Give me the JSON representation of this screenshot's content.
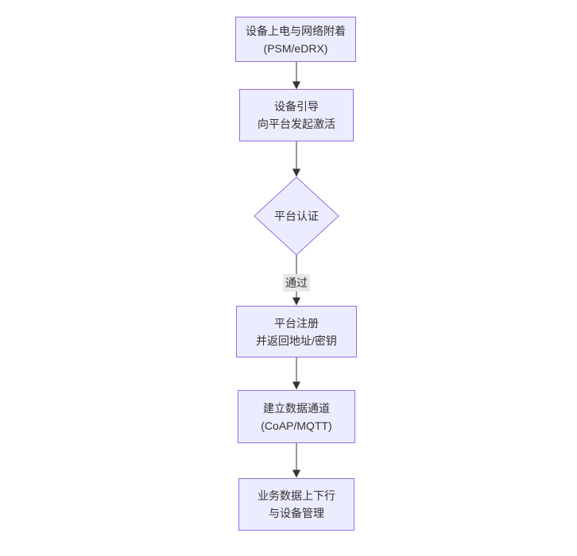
{
  "diagram": {
    "type": "flowchart",
    "direction": "top-down",
    "colors": {
      "background": "#ffffff",
      "node_fill": "#ECECFF",
      "node_border": "#9370DB",
      "text": "#333333",
      "edge_line": "#333333",
      "edge_label_bg": "#e8e8e8"
    },
    "nodes": [
      {
        "id": "power-attach",
        "shape": "rect",
        "lines": [
          "设备上电与网络附着",
          "(PSM/eDRX)"
        ]
      },
      {
        "id": "device-bootstrap",
        "shape": "rect",
        "lines": [
          "设备引导",
          "向平台发起激活"
        ]
      },
      {
        "id": "platform-auth",
        "shape": "diamond",
        "lines": [
          "平台认证"
        ]
      },
      {
        "id": "platform-register",
        "shape": "rect",
        "lines": [
          "平台注册",
          "并返回地址/密钥"
        ]
      },
      {
        "id": "data-channel",
        "shape": "rect",
        "lines": [
          "建立数据通道",
          "(CoAP/MQTT)"
        ]
      },
      {
        "id": "business-data",
        "shape": "rect",
        "lines": [
          "业务数据上下行",
          "与设备管理"
        ]
      }
    ],
    "edges": [
      {
        "from": "power-attach",
        "to": "device-bootstrap",
        "label": ""
      },
      {
        "from": "device-bootstrap",
        "to": "platform-auth",
        "label": ""
      },
      {
        "from": "platform-auth",
        "to": "platform-register",
        "label": "通过"
      },
      {
        "from": "platform-register",
        "to": "data-channel",
        "label": ""
      },
      {
        "from": "data-channel",
        "to": "business-data",
        "label": ""
      }
    ]
  }
}
